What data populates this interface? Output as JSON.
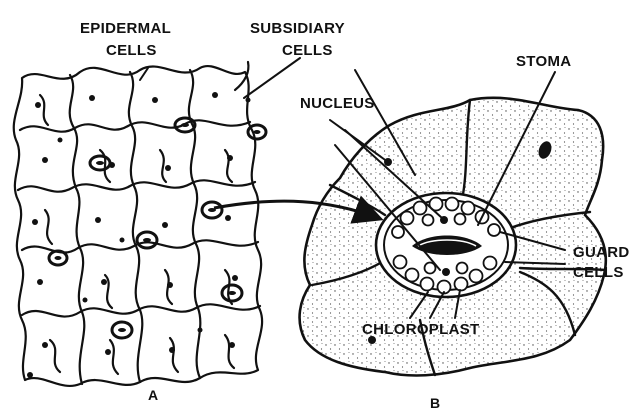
{
  "labels": {
    "epidermal_line1": "EPIDERMAL",
    "epidermal_line2": "CELLS",
    "subsidiary_line1": "SUBSIDIARY",
    "subsidiary_line2": "CELLS",
    "stoma": "STOMA",
    "nucleus": "NUCLEUS",
    "guard_line1": "GUARD",
    "guard_line2": "CELLS",
    "chloroplast": "CHLOROPLAST",
    "panel_a": "A",
    "panel_b": "B"
  },
  "colors": {
    "ink": "#111111",
    "background": "#ffffff",
    "stipple": "#333333"
  }
}
